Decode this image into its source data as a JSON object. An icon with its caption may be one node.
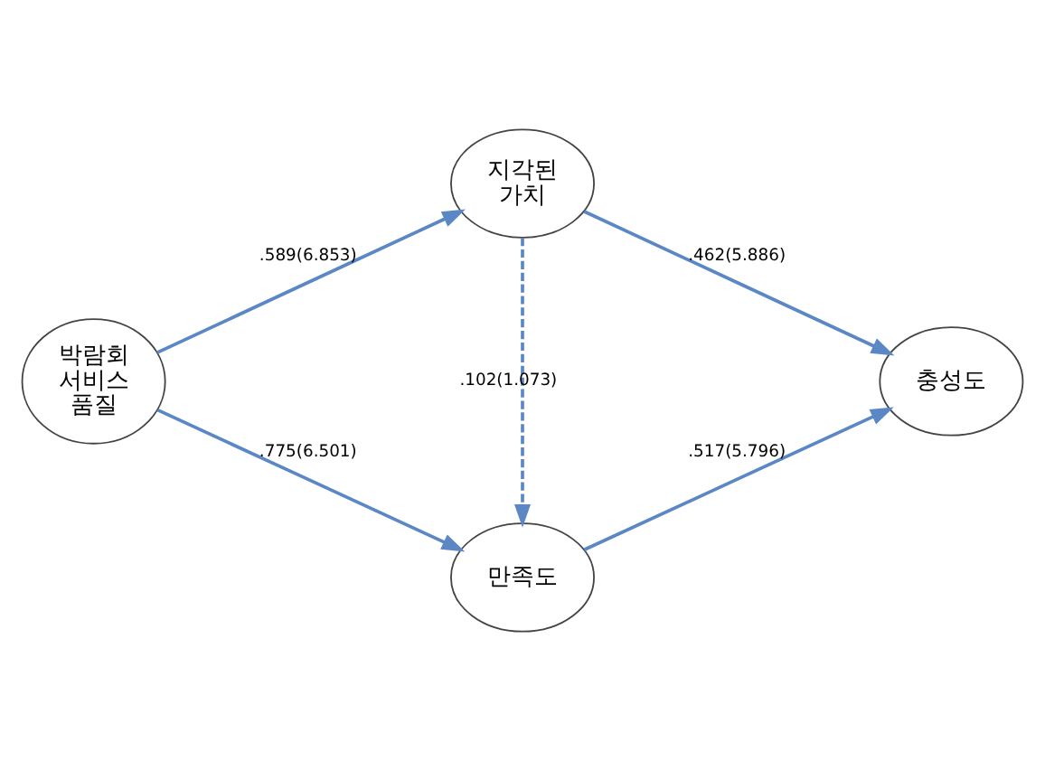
{
  "diagram": {
    "nodes": [
      {
        "text": [
          "박람회 서비스 품질"
        ]
      },
      {
        "text": [
          "지각된 가치"
        ]
      },
      {
        "text": [
          "만족도"
        ]
      },
      {
        "text": [
          "충성도"
        ]
      }
    ],
    "edges": [
      {
        "from": 0,
        "to": 1,
        "arrow": "to",
        "label": ".589(6.853)"
      },
      {
        "from": 0,
        "to": 2,
        "arrow": "to",
        "label": ".775(6.501)"
      },
      {
        "from": 1,
        "to": 2,
        "arrow": "to",
        "label": ".102(1.073)",
        "style": "dashed"
      },
      {
        "from": 1,
        "to": 3,
        "arrow": "to",
        "label": ".462(5.886)"
      },
      {
        "from": 2,
        "to": 3,
        "arrow": "to",
        "label": ".517(5.796)"
      }
    ]
  }
}
